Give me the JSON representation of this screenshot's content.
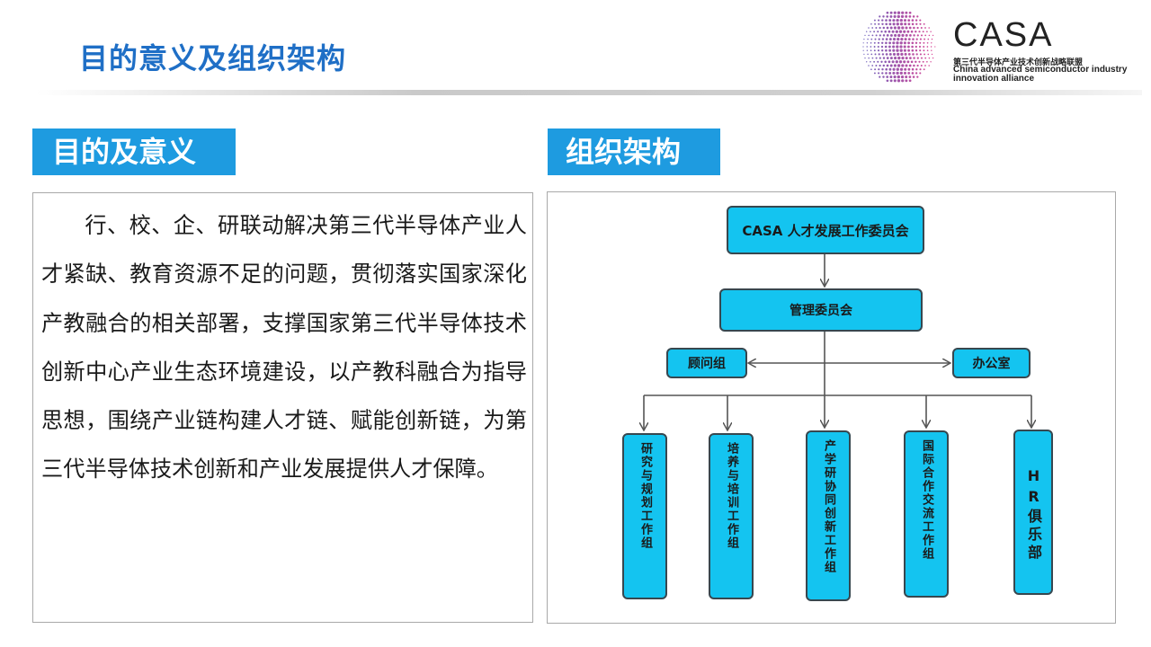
{
  "slide": {
    "title": "目的意义及组织架构"
  },
  "logo": {
    "name": "CASA",
    "cn": "第三代半导体产业技术创新战略联盟",
    "en_line1": "China advanced semiconductor industry",
    "en_line2": "innovation alliance"
  },
  "purpose": {
    "heading": "目的及意义",
    "text": "行、校、企、研联动解决第三代半导体产业人才紧缺、教育资源不足的问题，贯彻落实国家深化产教融合的相关部署，支撑国家第三代半导体技术创新中心产业生态环境建设，以产教科融合为指导思想，围绕产业链构建人才链、赋能创新链，为第三代半导体技术创新和产业发展提供人才保障。"
  },
  "org": {
    "heading": "组织架构",
    "top": "CASA 人才发展工作委员会",
    "management": "管理委员会",
    "advisory": "顾问组",
    "office": "办公室",
    "groups": [
      "研究与规划工作组",
      "培养与培训工作组",
      "产学研协同创新工作组",
      "国际合作交流工作组",
      "HR俱乐部"
    ]
  },
  "colors": {
    "title_blue": "#1f6fc6",
    "label_blue": "#1e9be0",
    "node_cyan": "#14c4f0",
    "node_border": "#37474f"
  }
}
